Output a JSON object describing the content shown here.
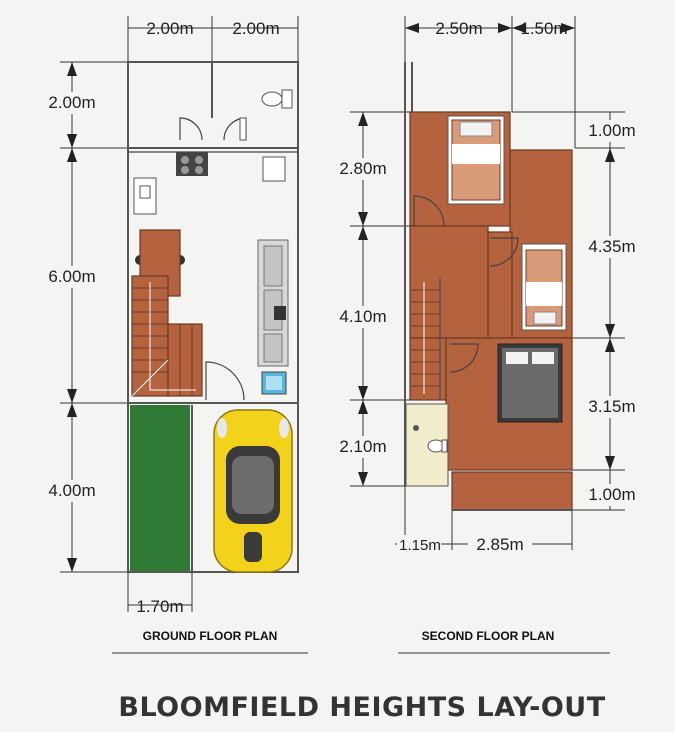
{
  "title": "BLOOMFIELD HEIGHTS LAY-OUT",
  "ground_floor": {
    "caption": "GROUND FLOOR PLAN",
    "dims": {
      "top_left": "2.00m",
      "top_right": "2.00m",
      "left_1": "2.00m",
      "left_2": "6.00m",
      "left_3": "4.00m",
      "bottom": "1.70m"
    }
  },
  "second_floor": {
    "caption": "SECOND FLOOR PLAN",
    "dims": {
      "top_left": "2.50m",
      "top_right": "1.50m",
      "left_1": "2.80m",
      "left_2": "4.10m",
      "left_3": "2.10m",
      "right_1": "1.00m",
      "right_2": "4.35m",
      "right_3": "3.15m",
      "right_4": "1.00m",
      "bottom_left": "1.15m",
      "bottom_right": "2.85m"
    }
  },
  "colors": {
    "floor_wood": "#b5623f",
    "garden": "#2f7a34",
    "car": "#f2d21a",
    "toilet_floor": "#f1eccb"
  }
}
